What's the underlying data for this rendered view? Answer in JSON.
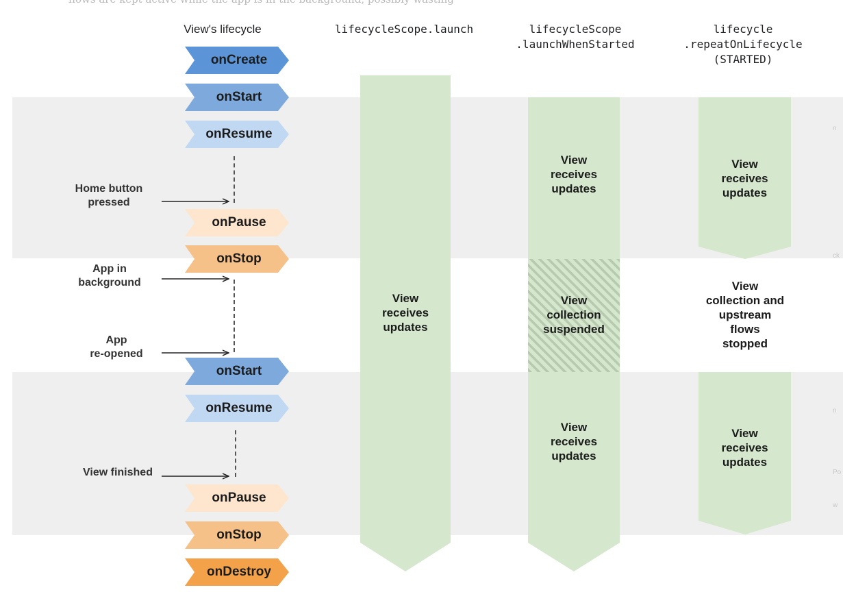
{
  "top_text": "flows are kept active while the app is in the background, possibly wasting",
  "headers": {
    "lifecycle": "View's lifecycle",
    "launch": "lifecycleScope.launch",
    "when_started_1": "lifecycleScope",
    "when_started_2": ".launchWhenStarted",
    "repeat_1": "lifecycle",
    "repeat_2": ".repeatOnLifecycle",
    "repeat_3": "(STARTED)"
  },
  "steps": {
    "on_create": "onCreate",
    "on_start_1": "onStart",
    "on_resume_1": "onResume",
    "on_pause_1": "onPause",
    "on_stop_1": "onStop",
    "on_start_2": "onStart",
    "on_resume_2": "onResume",
    "on_pause_2": "onPause",
    "on_stop_2": "onStop",
    "on_destroy": "onDestroy"
  },
  "events": {
    "home_1": "Home button",
    "home_2": "pressed",
    "bg_1": "App in",
    "bg_2": "background",
    "reopen_1": "App",
    "reopen_2": "re-opened",
    "finished": "View finished"
  },
  "captions": {
    "launch": [
      "View",
      "receives",
      "updates"
    ],
    "started_a": [
      "View",
      "receives",
      "updates"
    ],
    "started_b": [
      "View",
      "collection",
      "suspended"
    ],
    "started_c": [
      "View",
      "receives",
      "updates"
    ],
    "repeat_a": [
      "View",
      "receives",
      "updates"
    ],
    "repeat_b": [
      "View",
      "collection and",
      "upstream",
      "flows",
      "stopped"
    ],
    "repeat_c": [
      "View",
      "receives",
      "updates"
    ]
  },
  "colors": {
    "on_create": "#5b95d8",
    "on_start": "#7ea9dc",
    "on_resume": "#c1d8f2",
    "on_pause": "#fde6cd",
    "on_stop": "#f6c189",
    "on_destroy": "#f3a24a",
    "green": "#d5e8cd",
    "band": "#efefef"
  }
}
